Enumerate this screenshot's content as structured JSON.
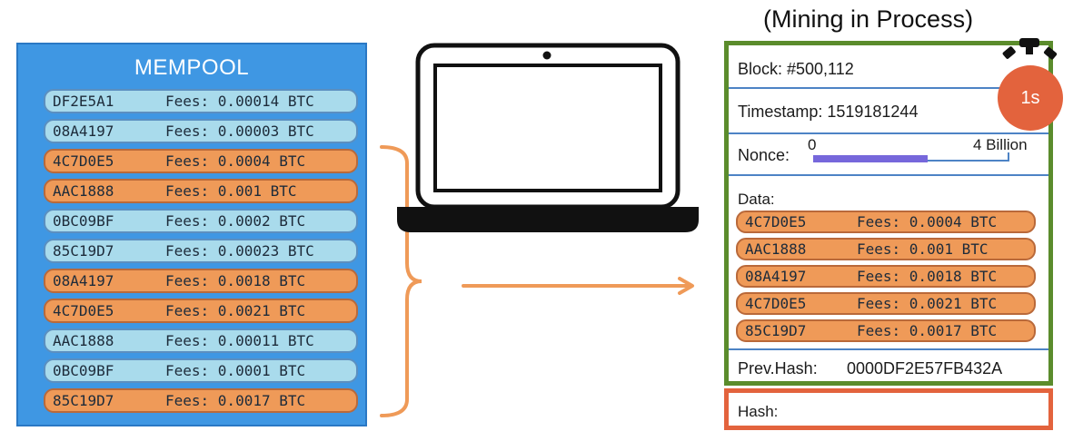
{
  "mempool": {
    "title": "MEMPOOL",
    "transactions": [
      {
        "id": "DF2E5A1",
        "fees": "Fees: 0.00014 BTC",
        "selected": false
      },
      {
        "id": "08A4197",
        "fees": "Fees: 0.00003 BTC",
        "selected": false
      },
      {
        "id": "4C7D0E5",
        "fees": "Fees: 0.0004 BTC",
        "selected": true
      },
      {
        "id": "AAC1888",
        "fees": "Fees: 0.001 BTC",
        "selected": true
      },
      {
        "id": "0BC09BF",
        "fees": "Fees: 0.0002 BTC",
        "selected": false
      },
      {
        "id": "85C19D7",
        "fees": "Fees: 0.00023 BTC",
        "selected": false
      },
      {
        "id": "08A4197",
        "fees": "Fees: 0.0018 BTC",
        "selected": true
      },
      {
        "id": "4C7D0E5",
        "fees": "Fees: 0.0021 BTC",
        "selected": true
      },
      {
        "id": "AAC1888",
        "fees": "Fees: 0.00011 BTC",
        "selected": false
      },
      {
        "id": "0BC09BF",
        "fees": "Fees: 0.0001 BTC",
        "selected": false
      },
      {
        "id": "85C19D7",
        "fees": "Fees: 0.0017 BTC",
        "selected": true
      }
    ]
  },
  "mining": {
    "title": "(Mining in Process)",
    "block_label": "Block: #500,112",
    "timestamp_label": "Timestamp: 1519181244",
    "nonce_label": "Nonce:",
    "nonce_min": "0",
    "nonce_max": "4 Billion",
    "nonce_progress": 0.59,
    "data_label": "Data:",
    "data": [
      {
        "id": "4C7D0E5",
        "fees": "Fees: 0.0004 BTC"
      },
      {
        "id": "AAC1888",
        "fees": "Fees: 0.001 BTC"
      },
      {
        "id": "08A4197",
        "fees": "Fees: 0.0018 BTC"
      },
      {
        "id": "4C7D0E5",
        "fees": "Fees: 0.0021 BTC"
      },
      {
        "id": "85C19D7",
        "fees": "Fees: 0.0017 BTC"
      }
    ],
    "prev_hash_label": "Prev.Hash:",
    "prev_hash_value": "0000DF2E57FB432A",
    "hash_label": "Hash:",
    "timer": "1s"
  },
  "colors": {
    "mempool_bg": "#3f97e3",
    "tx_unselected": "#a9dbec",
    "tx_selected": "#ef9a58",
    "block_border": "#5b8c2c",
    "hash_border": "#e3633d",
    "nonce_fill": "#7667db"
  },
  "icons": {
    "laptop": "laptop-icon",
    "timer": "stopwatch-icon",
    "brace": "right-brace-icon",
    "arrow": "right-arrow-icon"
  }
}
